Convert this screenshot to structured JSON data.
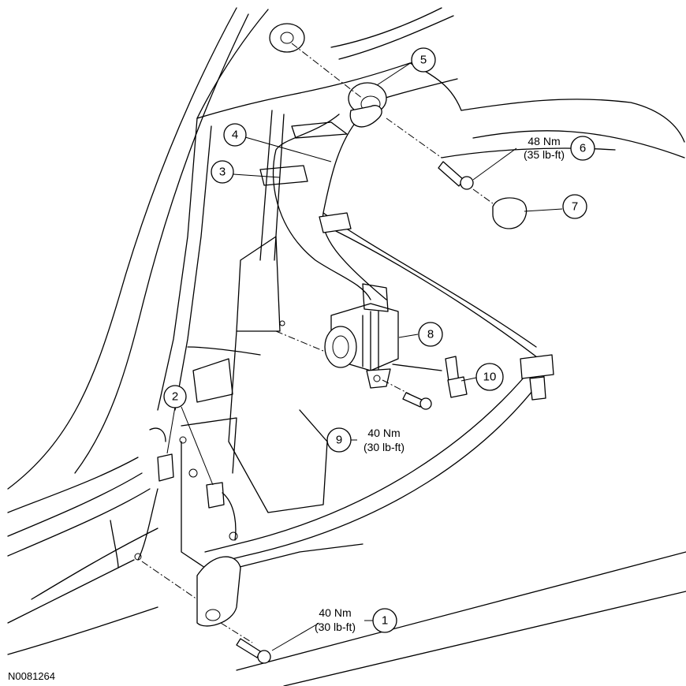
{
  "callouts": [
    {
      "id": "1",
      "label": "1"
    },
    {
      "id": "2",
      "label": "2"
    },
    {
      "id": "3",
      "label": "3"
    },
    {
      "id": "4",
      "label": "4"
    },
    {
      "id": "5",
      "label": "5"
    },
    {
      "id": "6",
      "label": "6"
    },
    {
      "id": "7",
      "label": "7"
    },
    {
      "id": "8",
      "label": "8"
    },
    {
      "id": "9",
      "label": "9"
    },
    {
      "id": "10",
      "label": "10"
    }
  ],
  "torque_specs": {
    "item6": {
      "metric": "48 Nm",
      "imperial": "(35 lb-ft)"
    },
    "item9": {
      "metric": "40 Nm",
      "imperial": "(30 lb-ft)"
    },
    "item1": {
      "metric": "40 Nm",
      "imperial": "(30 lb-ft)"
    }
  },
  "figure_code": "N0081264"
}
